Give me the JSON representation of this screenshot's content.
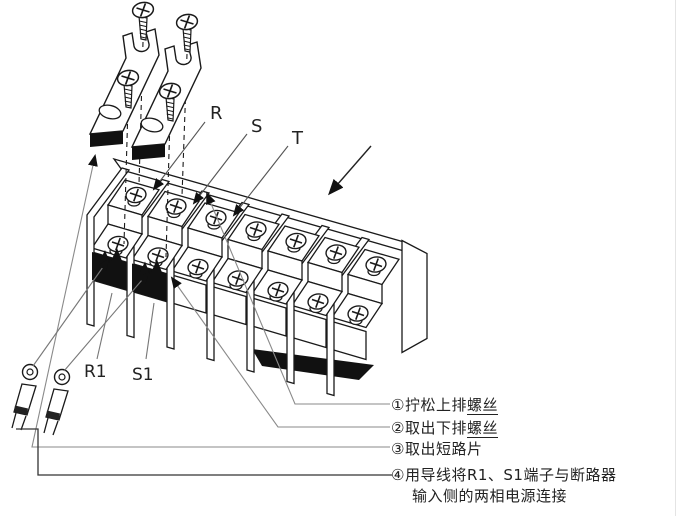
{
  "labels": {
    "r": "R",
    "s": "S",
    "t": "T",
    "r1": "R1",
    "s1": "S1"
  },
  "steps": [
    {
      "main": "①拧松上排",
      "underline": "螺丝"
    },
    {
      "main": "②取出下排",
      "underline": "螺丝"
    },
    {
      "main": "③取出短路片",
      "underline": ""
    },
    {
      "main": "④用导线将R1、S1端子与断路器",
      "underline": "",
      "line2": "输入侧的两相电源连接"
    }
  ],
  "icons": {
    "pointer-arrow": "solid-triangle",
    "terminal-screw": "phillips-round-head",
    "machine-screw": "phillips-head-threaded-shaft",
    "shorting-bar": "fork-end-jumper-strip",
    "wire": "ring-lug-cable"
  },
  "colors": {
    "line": "#1a1a1a",
    "leader_gray": "#8a8a8a",
    "leader_dark": "#333333",
    "black_fill": "#111111",
    "text": "#222222",
    "background": "#ffffff",
    "edge_line": "#e4e4e4"
  }
}
